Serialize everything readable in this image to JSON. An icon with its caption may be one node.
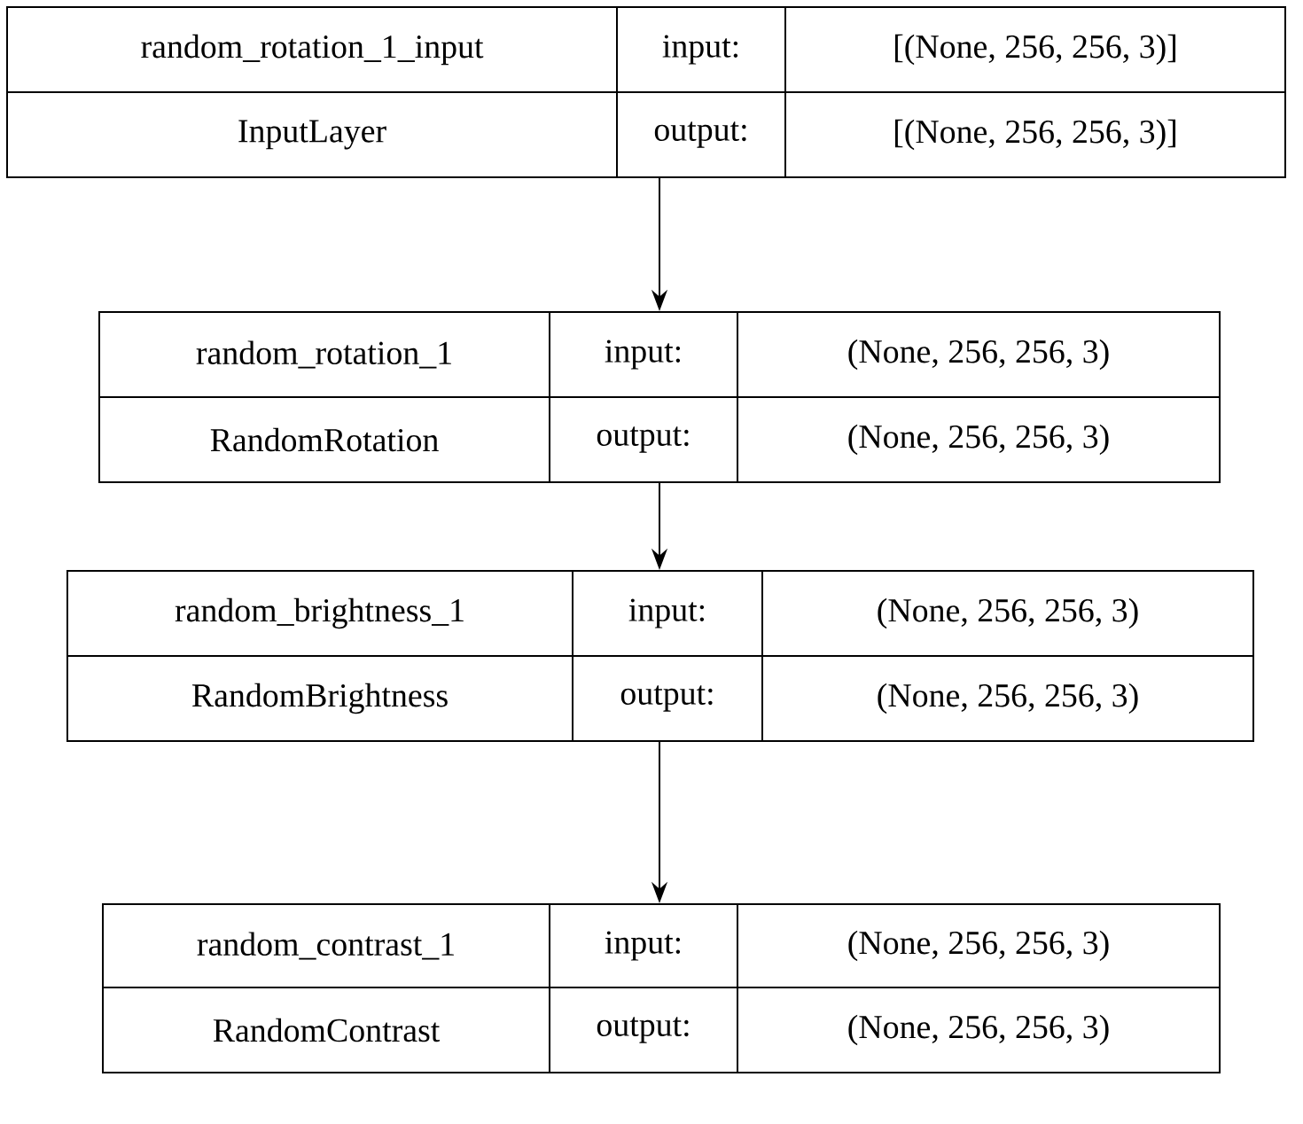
{
  "diagram": {
    "nodes": [
      {
        "text": [
          "random_rotation_1_input",
          "input:",
          "[(None, 256, 256, 3)]",
          "InputLayer",
          "output:",
          "[(None, 256, 256, 3)]"
        ]
      },
      {
        "text": [
          "random_rotation_1",
          "input:",
          "(None, 256, 256, 3)",
          "RandomRotation",
          "output:",
          "(None, 256, 256, 3)"
        ]
      },
      {
        "text": [
          "random_brightness_1",
          "input:",
          "(None, 256, 256, 3)",
          "RandomBrightness",
          "output:",
          "(None, 256, 256, 3)"
        ]
      },
      {
        "text": [
          "random_contrast_1",
          "input:",
          "(None, 256, 256, 3)",
          "RandomContrast",
          "output:",
          "(None, 256, 256, 3)"
        ]
      }
    ],
    "edges": [
      {
        "from": 0,
        "to": 1,
        "arrow": "to"
      },
      {
        "from": 1,
        "to": 2,
        "arrow": "to"
      },
      {
        "from": 2,
        "to": 3,
        "arrow": "to"
      }
    ]
  }
}
